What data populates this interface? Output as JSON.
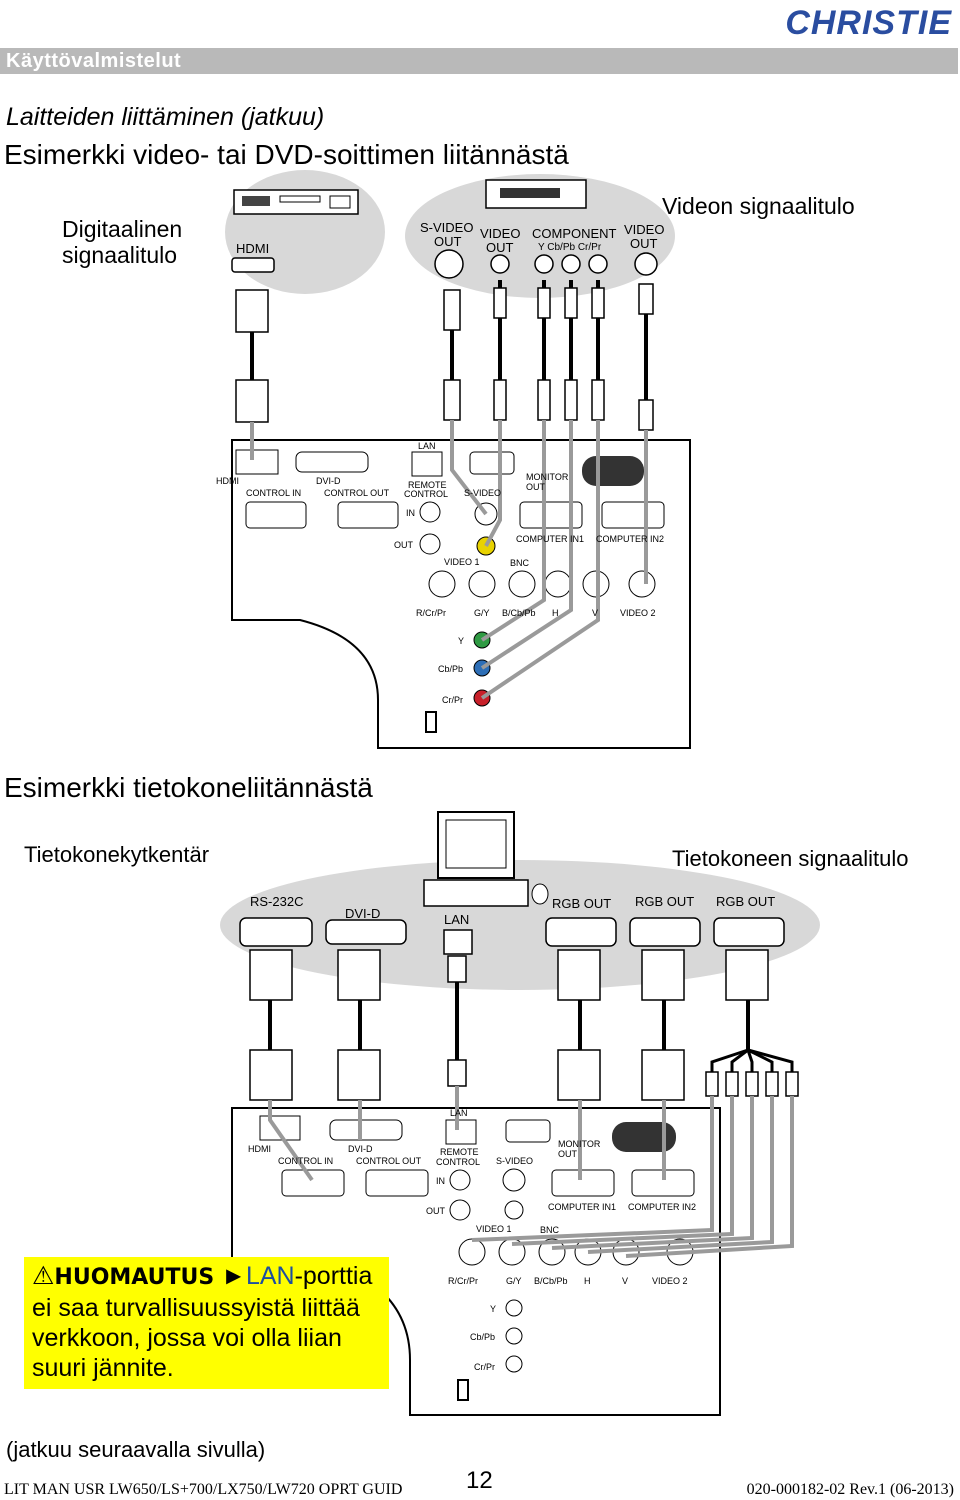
{
  "brand": "CHRISTIE",
  "section_title": "Käyttövalmistelut",
  "subtitle": "Laitteiden liittäminen (jatkuu)",
  "heading_video": "Esimerkki video- tai DVD-soittimen liitännästä",
  "label_digital": "Digitaalinen\nsignaalitulo",
  "label_video_signal": "Videon signaalitulo",
  "heading_computer": "Esimerkki tietokoneliitännästä",
  "label_controller": "Tietokonekytkentär",
  "label_computer_signal": "Tietokoneen signaalitulo",
  "player_ports": {
    "hdmi": "HDMI",
    "svideo": "S-VIDEO\nOUT",
    "video": "VIDEO\nOUT",
    "component": "COMPONENT",
    "component_sub": "Y  Cb/Pb  Cr/Pr",
    "video2": "VIDEO\nOUT"
  },
  "pc_ports": {
    "rs232c": "RS-232C",
    "dvid": "DVI-D",
    "lan": "LAN",
    "rgb1": "RGB OUT",
    "rgb2": "RGB OUT",
    "rgb3": "RGB OUT"
  },
  "panel_labels": {
    "lan": "LAN",
    "hdmi": "HDMI",
    "dvid": "DVI-D",
    "control_in": "CONTROL IN",
    "control_out": "CONTROL OUT",
    "remote_control": "REMOTE\nCONTROL",
    "svideo": "S-VIDEO",
    "monitor_out": "MONITOR\nOUT",
    "in": "IN",
    "out": "OUT",
    "computer_in1": "COMPUTER IN1",
    "computer_in2": "COMPUTER IN2",
    "video1": "VIDEO 1",
    "bnc": "BNC",
    "rcr": "R/Cr/Pr",
    "gy": "G/Y",
    "bcb": "B/Cb/Pb",
    "h": "H",
    "v": "V",
    "video2": "VIDEO 2",
    "y": "Y",
    "cbpb": "Cb/Pb",
    "crpr": "Cr/Pr"
  },
  "warning": {
    "title": "HUOMAUTUS",
    "arrow": "►",
    "lan": "LAN",
    "text_after": "-porttia ei saa turvallisuussyistä liittää verkkoon, jossa voi olla liian suuri jännite."
  },
  "continued": "(jatkuu seuraavalla sivulla)",
  "page_number": "12",
  "footer_left": "LIT MAN USR LW650/LS+700/LX750/LW720 OPRT GUID",
  "footer_right": "020-000182-02 Rev.1 (06-2013)",
  "colors": {
    "brand": "#2a4da0",
    "section_bar": "#b9b9b9",
    "warning_bg": "#ffff00",
    "lan_text": "#1d4fa0",
    "jack_yellow": "#e8d200",
    "jack_green": "#2f9a43",
    "jack_blue": "#2d6eb6",
    "jack_red": "#c8202a"
  }
}
